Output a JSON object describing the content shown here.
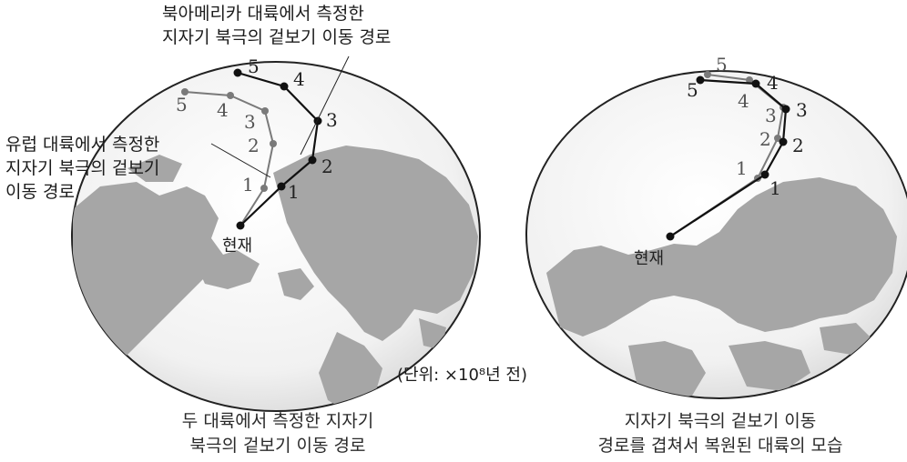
{
  "labels": {
    "north_america_path": [
      "북아메리카 대륙에서 측정한",
      "지자기 북극의 겉보기 이동 경로"
    ],
    "europe_path": [
      "유럽 대륙에서 측정한",
      "지자기 북극의 겉보기",
      "이동 경로"
    ],
    "present": "현재",
    "unit": "(단위: ×10⁸년 전)"
  },
  "captions": {
    "left": [
      "두 대륙에서 측정한 지자기",
      "북극의 겉보기 이동 경로"
    ],
    "right": [
      "지자기 북극의 겉보기 이동",
      "경로를 겹쳐서 복원된 대륙의 모습"
    ]
  },
  "point_labels": [
    "1",
    "2",
    "3",
    "4",
    "5"
  ],
  "colors": {
    "land": "#a6a6a6",
    "globe_fill": "#f4f4f4",
    "globe_edge": "#222222",
    "na_path": "#111111",
    "eu_path": "#7a7a7a"
  }
}
